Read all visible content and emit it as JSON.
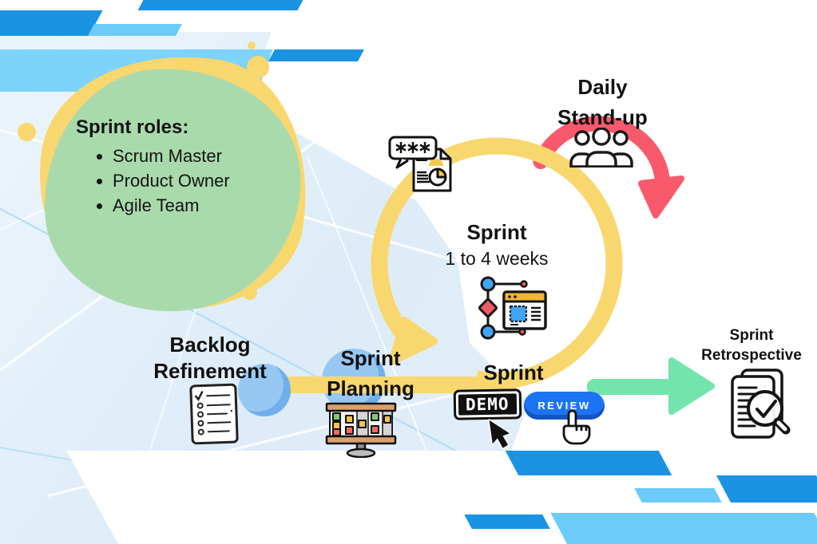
{
  "palette": {
    "stripe_dark_blue": "#1B93E3",
    "stripe_light_blue": "#6CCBF8",
    "band_light_blue": "#7DD3FA",
    "yellow": "#F9D76F",
    "green_blob": "#A9DAAC",
    "coral": "#F8596B",
    "mint": "#72E5AD",
    "button_blue": "#1D74F2"
  },
  "roles_panel": {
    "title": "Sprint roles:",
    "items": [
      "Scrum Master",
      "Product Owner",
      "Agile Team"
    ]
  },
  "loop": {
    "title": "Sprint",
    "subtitle": "1 to 4 weeks"
  },
  "daily_standup": {
    "line1": "Daily",
    "line2": "Stand-up"
  },
  "stages": {
    "backlog": {
      "line1": "Backlog",
      "line2": "Refinement"
    },
    "planning": {
      "line1": "Sprint",
      "line2": "Planning"
    },
    "review": {
      "label": "Sprint",
      "stamp_text": "DEMO",
      "button_text": "REVIEW"
    },
    "retrospective": {
      "line1": "Sprint",
      "line2": "Retrospective"
    }
  },
  "icons": [
    "team-people-icon",
    "report-chat-icon",
    "workflow-window-icon",
    "checklist-icon",
    "scrum-board-icon",
    "retrospective-magnifier-icon",
    "cursor-arrow-icon",
    "hand-pointer-icon"
  ]
}
